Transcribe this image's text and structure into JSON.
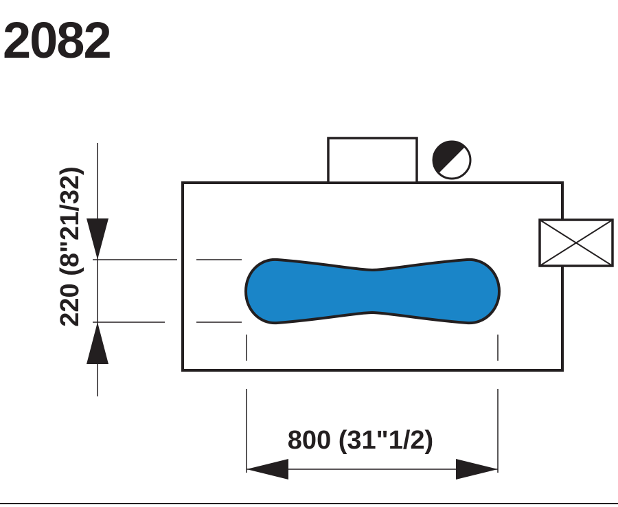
{
  "model": {
    "number": "2082"
  },
  "dimensions": {
    "width_label": "800 (31\"1/2)",
    "height_label": "220 (8\"21/32)"
  },
  "icons": {
    "control_panel": "control-panel-box",
    "indicator": "half-filled-circle-indicator",
    "junction_box": "crossed-box-connection"
  },
  "colors": {
    "basin": "#1a85c8",
    "line": "#231f20",
    "background": "#ffffff"
  }
}
